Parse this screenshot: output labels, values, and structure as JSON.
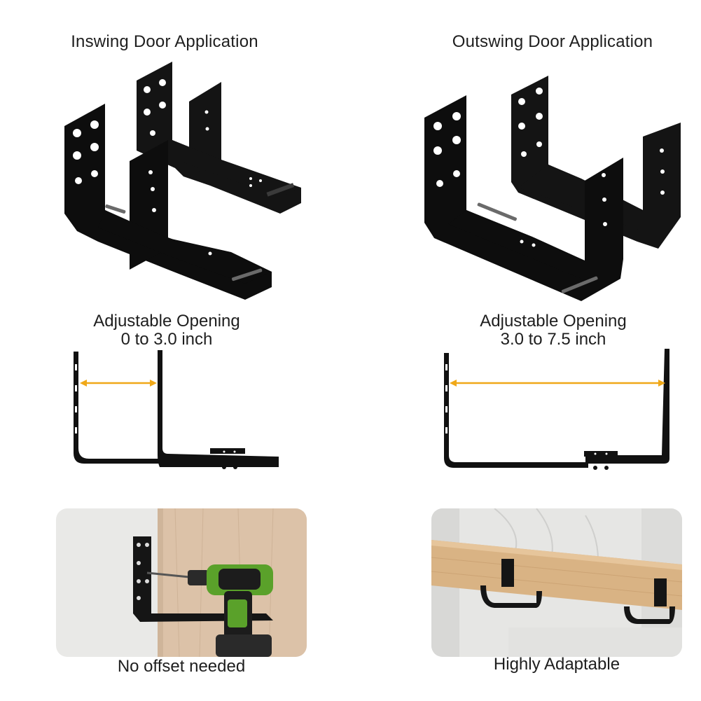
{
  "left": {
    "title": "Inswing Door Application",
    "adjust_line1": "Adjustable Opening",
    "adjust_line2": "0 to 3.0 inch",
    "caption": "No offset needed"
  },
  "right": {
    "title": "Outswing Door Application",
    "adjust_line1": "Adjustable Opening",
    "adjust_line2": "3.0 to 7.5 inch",
    "caption": "Highly Adaptable"
  },
  "colors": {
    "bracket": "#111111",
    "arrow": "#f0a818",
    "wood": "#d9b384",
    "wall": "#e8e8e6",
    "drill_green": "#5aa12a"
  }
}
